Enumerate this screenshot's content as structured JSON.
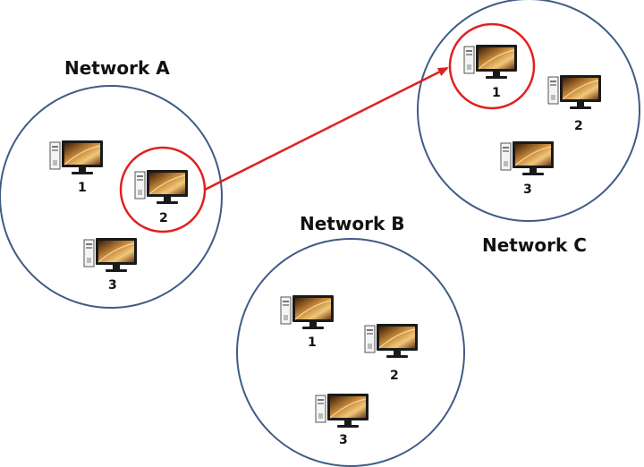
{
  "networks": [
    {
      "title": "Network A",
      "computers": [
        {
          "label": "1"
        },
        {
          "label": "2"
        },
        {
          "label": "3"
        }
      ]
    },
    {
      "title": "Network B",
      "computers": [
        {
          "label": "1"
        },
        {
          "label": "2"
        },
        {
          "label": "3"
        }
      ]
    },
    {
      "title": "Network C",
      "computers": [
        {
          "label": "1"
        },
        {
          "label": "2"
        },
        {
          "label": "3"
        }
      ]
    }
  ],
  "migration": {
    "from": "Network A / computer 2",
    "to": "Network C / computer 1"
  },
  "colors": {
    "network_border": "#3f5c86",
    "highlight": "#e02020",
    "arrow": "#e02020",
    "monitor_screen": "#a8651f",
    "monitor_frame": "#1a1a1a",
    "tower": "#f2f2f2"
  },
  "icons": {
    "computer": "desktop-computer-icon"
  }
}
